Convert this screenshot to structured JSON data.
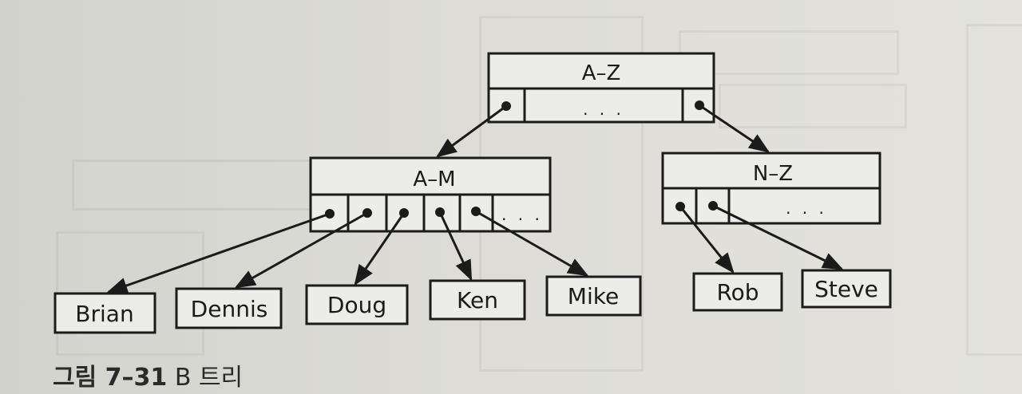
{
  "tree": {
    "root": {
      "label": "A–Z",
      "ellipsis": ". . ."
    },
    "left_node": {
      "label": "A–M",
      "ellipsis": ". . ."
    },
    "right_node": {
      "label": "N–Z",
      "ellipsis": ". . ."
    },
    "leaves": [
      "Brian",
      "Dennis",
      "Doug",
      "Ken",
      "Mike",
      "Rob",
      "Steve"
    ]
  },
  "caption": {
    "figure_number": "그림 7–31",
    "title": "B 트리"
  }
}
